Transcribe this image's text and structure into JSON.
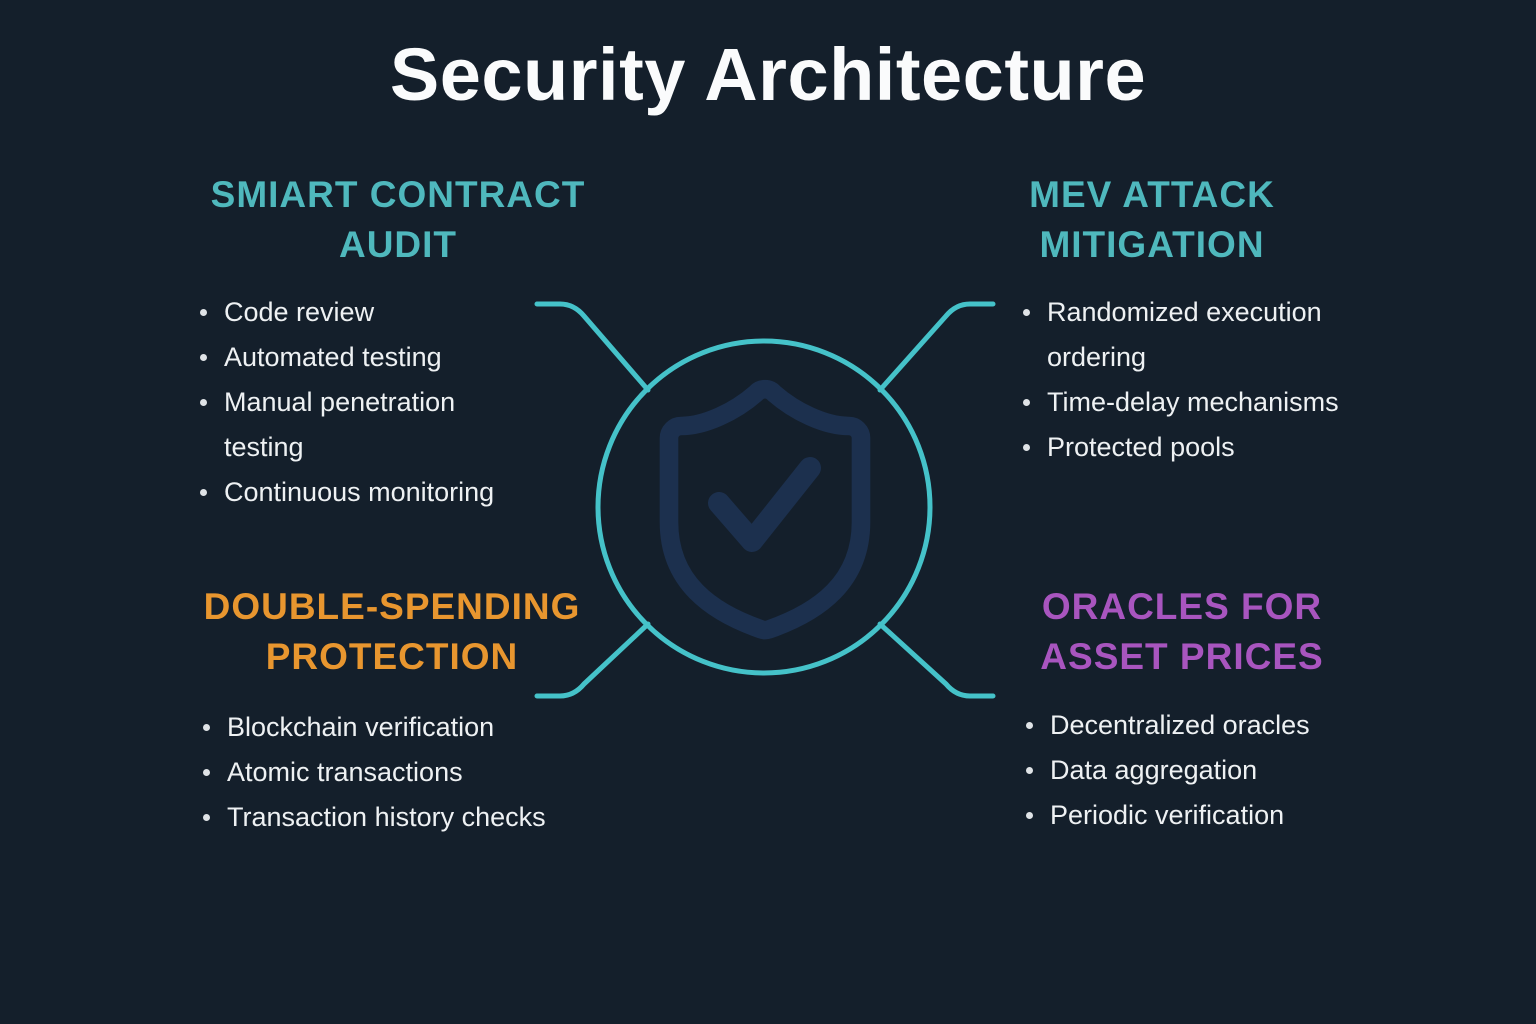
{
  "title": "Security Architecture",
  "colors": {
    "background": "#141f2b",
    "teal_heading": "#4fb8bd",
    "orange_heading": "#e8962f",
    "purple_heading": "#a855bf",
    "body_text": "#eef1f3",
    "connector_teal": "#45c2c9",
    "shield_navy": "#1c304e"
  },
  "center": {
    "icon": "shield-check-icon"
  },
  "sections": [
    {
      "id": "smart-contract-audit",
      "title_lines": [
        "SMIART CONTRACT",
        "AUDIT"
      ],
      "color": "#4fb8bd",
      "items": [
        "Code review",
        "Automated testing",
        "Manual penetration\ntesting",
        "Continuous monitoring"
      ]
    },
    {
      "id": "mev-attack-mitigation",
      "title_lines": [
        "MEV ATTACK",
        "MITIGATION"
      ],
      "color": "#4fb8bd",
      "items": [
        "Randomized execution\nordering",
        "Time-delay mechanisms",
        "Protected pools"
      ]
    },
    {
      "id": "double-spending-protection",
      "title_lines": [
        "DOUBLE-SPENDING",
        "PROTECTION"
      ],
      "color": "#e8962f",
      "items": [
        "Blockchain verification",
        "Atomic transactions",
        "Transaction history checks"
      ]
    },
    {
      "id": "oracles-for-asset-prices",
      "title_lines": [
        "ORACLES FOR",
        "ASSET PRICES"
      ],
      "color": "#a855bf",
      "items": [
        "Decentralized oracles",
        "Data aggregation",
        "Periodic verification"
      ]
    }
  ]
}
